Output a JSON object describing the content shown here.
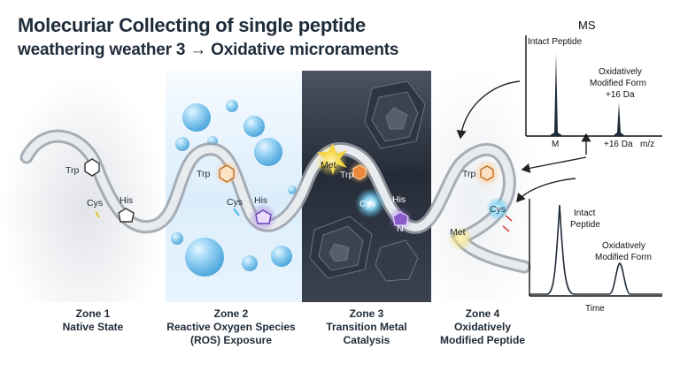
{
  "title": {
    "line1": "Molecuriar Collecting of single peptide",
    "line2": "weathering weather 3 → Oxidative microraments"
  },
  "zones": [
    {
      "name": "Zone 1",
      "desc": "Native State"
    },
    {
      "name": "Zone 2",
      "desc": "Reactive Oxygen Species",
      "desc2": "(ROS) Exposure"
    },
    {
      "name": "Zone 3",
      "desc": "Transition Metal",
      "desc2": "Catalysis"
    },
    {
      "name": "Zone 4",
      "desc": "Oxidatively",
      "desc2": "Modified Peptide"
    }
  ],
  "residues": {
    "trp": "Trp",
    "cys": "Cys",
    "his": "His",
    "met": "Met",
    "n": "N"
  },
  "colors": {
    "zone2_blue": "#7cc4ee",
    "zone3_dark": "#262c37",
    "trp_orange": "#e8873a",
    "his_purple": "#8a5cc9",
    "met_yellow": "#f3d23a",
    "cys_cyan": "#49b6e6"
  },
  "ms_panel": {
    "title": "MS",
    "intact_label": "Intact Peptide",
    "modified_label_1": "Oxidatively",
    "modified_label_2": "Modified Form",
    "modified_label_3": "+16 Da",
    "x_tick_m": "M",
    "x_tick_16": "+16 Da",
    "x_unit": "m/z"
  },
  "chrom_panel": {
    "intact_label_1": "Intact",
    "intact_label_2": "Peptide",
    "modified_label_1": "Oxidatively",
    "modified_label_2": "Modified Form",
    "x_label": "Time"
  }
}
